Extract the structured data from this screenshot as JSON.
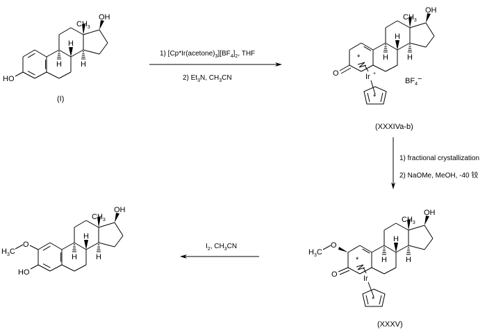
{
  "compounds": {
    "c1": {
      "label": "(I)",
      "oh17": "OH",
      "me": "CH",
      "me_sub": "3",
      "oh3": "HO",
      "h": "H"
    },
    "c34": {
      "label": "(XXXIVa-b)",
      "oh17": "OH",
      "me": "CH",
      "me_sub": "3",
      "o": "O",
      "ir": "Ir",
      "plus": "+",
      "star": "*",
      "counter": "BF",
      "counter_sub": "4",
      "counter_charge": "−",
      "h": "H"
    },
    "c35": {
      "label": "(XXXV)",
      "oh17": "OH",
      "me": "CH",
      "me_sub": "3",
      "o": "O",
      "ome_o": "O",
      "ome_h": "H",
      "ome_sub": "3",
      "ome_c": "C",
      "ir": "Ir",
      "star": "*",
      "h": "H"
    },
    "c_final": {
      "oh17": "OH",
      "me": "CH",
      "me_sub": "3",
      "oh3": "HO",
      "ome_o": "O",
      "ome_h": "H",
      "ome_sub": "3",
      "ome_c": "C",
      "h": "H"
    }
  },
  "steps": {
    "step1": {
      "line1_a": "1) [Cp*Ir(acetone)",
      "line1_sub1": "3",
      "line1_b": "][BF",
      "line1_sub2": "4",
      "line1_c": "]",
      "line1_sub3": "2",
      "line1_d": ", THF",
      "line2_a": "2) Et",
      "line2_sub1": "3",
      "line2_b": "N, CH",
      "line2_sub2": "3",
      "line2_c": "CN"
    },
    "step2": {
      "line1": "1) fractional crystallization",
      "line2": "2) NaOMe, MeOH, -40 铰"
    },
    "step3": {
      "a": "I",
      "sub1": "2",
      "b": ", CH",
      "sub2": "3",
      "c": "CN"
    }
  }
}
